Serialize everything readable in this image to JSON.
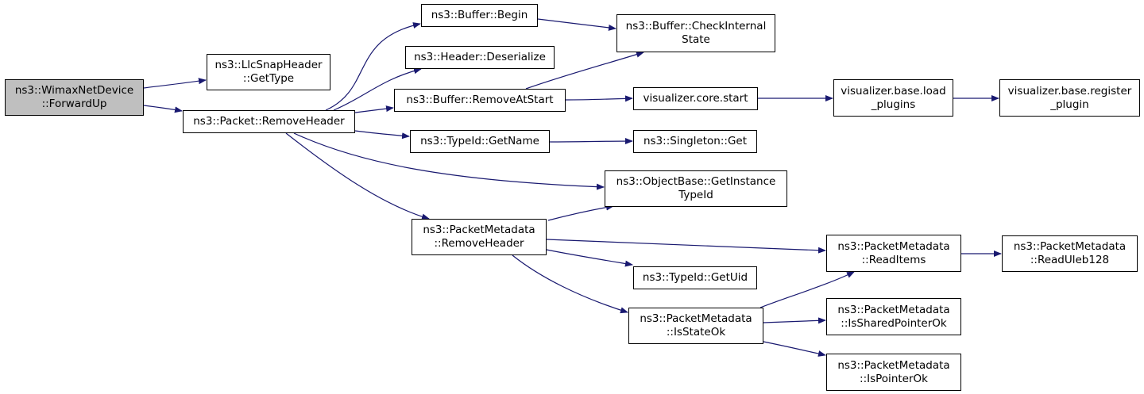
{
  "colors": {
    "edge": "#191970",
    "border": "#000000",
    "root_fill": "#bfbfbf",
    "node_fill": "#ffffff"
  },
  "nodes": {
    "wimax_forward_up": {
      "lines": [
        "ns3::WimaxNetDevice",
        "::ForwardUp"
      ]
    },
    "llcsnap_get_type": {
      "lines": [
        "ns3::LlcSnapHeader",
        "::GetType"
      ]
    },
    "packet_remove_header": {
      "lines": [
        "ns3::Packet::RemoveHeader"
      ]
    },
    "buffer_begin": {
      "lines": [
        "ns3::Buffer::Begin"
      ]
    },
    "header_deserialize": {
      "lines": [
        "ns3::Header::Deserialize"
      ]
    },
    "buffer_remove_at_start": {
      "lines": [
        "ns3::Buffer::RemoveAtStart"
      ]
    },
    "typeid_get_name": {
      "lines": [
        "ns3::TypeId::GetName"
      ]
    },
    "pm_remove_header": {
      "lines": [
        "ns3::PacketMetadata",
        "::RemoveHeader"
      ]
    },
    "buffer_check_internal": {
      "lines": [
        "ns3::Buffer::CheckInternal",
        "State"
      ]
    },
    "vis_core_start": {
      "lines": [
        "visualizer.core.start"
      ]
    },
    "singleton_get": {
      "lines": [
        "ns3::Singleton::Get"
      ]
    },
    "objectbase_get_instance": {
      "lines": [
        "ns3::ObjectBase::GetInstance",
        "TypeId"
      ]
    },
    "typeid_get_uid": {
      "lines": [
        "ns3::TypeId::GetUid"
      ]
    },
    "pm_is_state_ok": {
      "lines": [
        "ns3::PacketMetadata",
        "::IsStateOk"
      ]
    },
    "vis_base_load_plugins": {
      "lines": [
        "visualizer.base.load",
        "_plugins"
      ]
    },
    "pm_read_items": {
      "lines": [
        "ns3::PacketMetadata",
        "::ReadItems"
      ]
    },
    "pm_is_shared_pointer_ok": {
      "lines": [
        "ns3::PacketMetadata",
        "::IsSharedPointerOk"
      ]
    },
    "pm_is_pointer_ok": {
      "lines": [
        "ns3::PacketMetadata",
        "::IsPointerOk"
      ]
    },
    "vis_base_register": {
      "lines": [
        "visualizer.base.register",
        "_plugin"
      ]
    },
    "pm_read_uleb128": {
      "lines": [
        "ns3::PacketMetadata",
        "::ReadUleb128"
      ]
    }
  },
  "edges": [
    [
      "wimax_forward_up",
      "llcsnap_get_type"
    ],
    [
      "wimax_forward_up",
      "packet_remove_header"
    ],
    [
      "packet_remove_header",
      "buffer_begin"
    ],
    [
      "packet_remove_header",
      "header_deserialize"
    ],
    [
      "packet_remove_header",
      "buffer_remove_at_start"
    ],
    [
      "packet_remove_header",
      "typeid_get_name"
    ],
    [
      "packet_remove_header",
      "objectbase_get_instance"
    ],
    [
      "packet_remove_header",
      "pm_remove_header"
    ],
    [
      "buffer_begin",
      "buffer_check_internal"
    ],
    [
      "buffer_remove_at_start",
      "buffer_check_internal"
    ],
    [
      "buffer_remove_at_start",
      "vis_core_start"
    ],
    [
      "vis_core_start",
      "vis_base_load_plugins"
    ],
    [
      "vis_base_load_plugins",
      "vis_base_register"
    ],
    [
      "typeid_get_name",
      "singleton_get"
    ],
    [
      "pm_remove_header",
      "objectbase_get_instance"
    ],
    [
      "pm_remove_header",
      "pm_read_items"
    ],
    [
      "pm_remove_header",
      "typeid_get_uid"
    ],
    [
      "pm_remove_header",
      "pm_is_state_ok"
    ],
    [
      "pm_is_state_ok",
      "pm_read_items"
    ],
    [
      "pm_is_state_ok",
      "pm_is_shared_pointer_ok"
    ],
    [
      "pm_is_state_ok",
      "pm_is_pointer_ok"
    ],
    [
      "pm_read_items",
      "pm_read_uleb128"
    ]
  ]
}
